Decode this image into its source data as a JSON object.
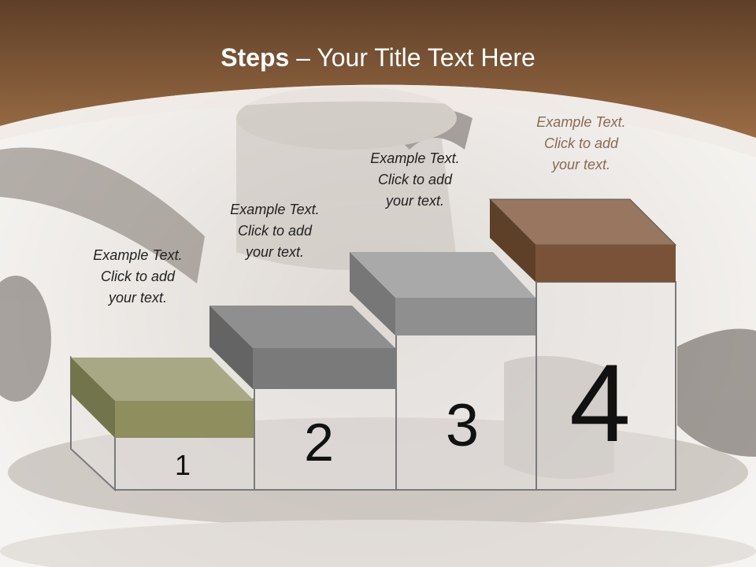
{
  "title": {
    "bold": "Steps",
    "rest": " – Your Title Text Here"
  },
  "steps": [
    {
      "number": "1",
      "line1": "Example Text.",
      "line2": "Click  to add",
      "line3": "your text.",
      "color": "#8e8e5e"
    },
    {
      "number": "2",
      "line1": "Example Text.",
      "line2": "Click  to add",
      "line3": "your text.",
      "color": "#7a7a7a"
    },
    {
      "number": "3",
      "line1": "Example Text.",
      "line2": "Click  to add",
      "line3": "your text.",
      "color": "#8f8f8f"
    },
    {
      "number": "4",
      "line1": "Example Text.",
      "line2": "Click  to add",
      "line3": "your text.",
      "color": "#7a5238"
    }
  ],
  "colors": {
    "header_top": "#5e3f27",
    "header_bottom": "#9a6c45",
    "accent_brown": "#8a6a52"
  }
}
